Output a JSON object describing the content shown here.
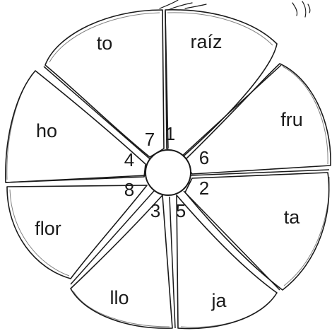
{
  "segments": [
    {
      "syllable": "raíz",
      "number": "1"
    },
    {
      "syllable": "fru",
      "number": "6"
    },
    {
      "syllable": "ta",
      "number": "2"
    },
    {
      "syllable": "ja",
      "number": "5"
    },
    {
      "syllable": "llo",
      "number": "3"
    },
    {
      "syllable": "flor",
      "number": "8"
    },
    {
      "syllable": "ho",
      "number": "4"
    },
    {
      "syllable": "to",
      "number": "7"
    }
  ]
}
